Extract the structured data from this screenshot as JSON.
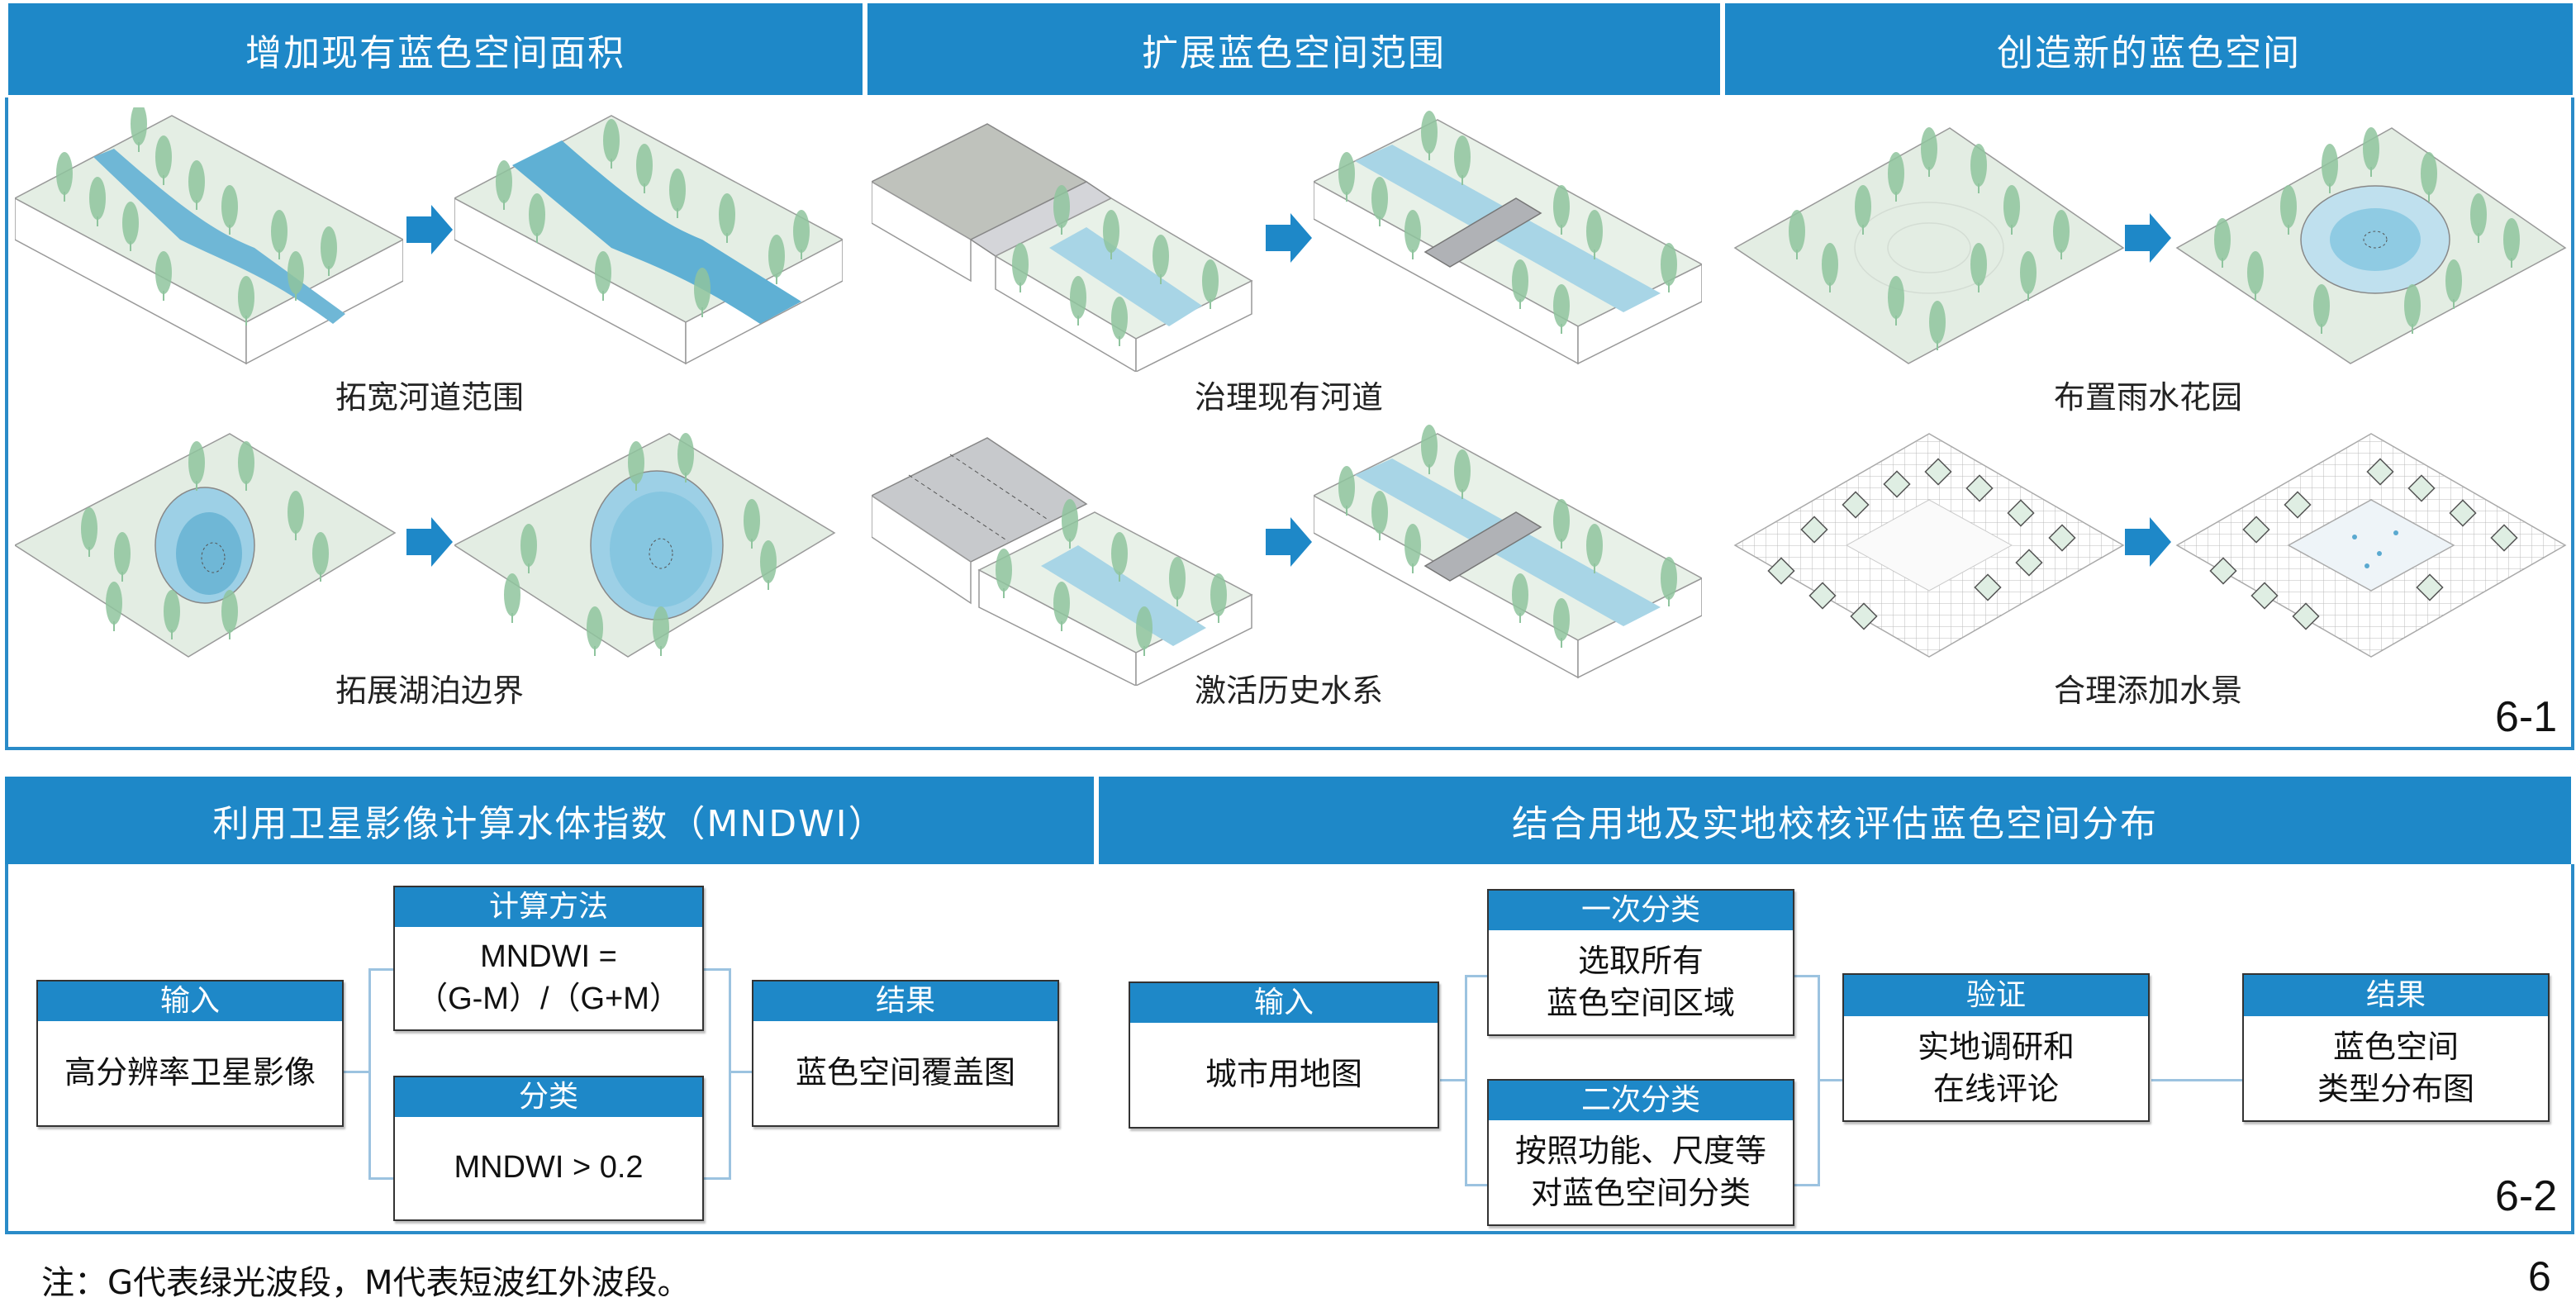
{
  "figure_top": {
    "headers": [
      "增加现有蓝色空间面积",
      "扩展蓝色空间范围",
      "创造新的蓝色空间"
    ],
    "examples": [
      {
        "caption": "拓宽河道范围",
        "type": "widen-river"
      },
      {
        "caption": "治理现有河道",
        "type": "treat-river"
      },
      {
        "caption": "布置雨水花园",
        "type": "rain-garden"
      },
      {
        "caption": "拓展湖泊边界",
        "type": "expand-lake"
      },
      {
        "caption": "激活历史水系",
        "type": "activate-historic-water"
      },
      {
        "caption": "合理添加水景",
        "type": "add-water-feature"
      }
    ],
    "figure_number": "6-1"
  },
  "figure_bottom": {
    "left": {
      "header": "利用卫星影像计算水体指数（MNDWI）",
      "input": {
        "title": "输入",
        "body": "高分辨率卫星影像"
      },
      "method": {
        "title": "计算方法",
        "body": "MNDWI =\n（G-M）/（G+M）"
      },
      "classify": {
        "title": "分类",
        "body": "MNDWI > 0.2"
      },
      "result": {
        "title": "结果",
        "body": "蓝色空间覆盖图"
      }
    },
    "right": {
      "header": "结合用地及实地校核评估蓝色空间分布",
      "input": {
        "title": "输入",
        "body": "城市用地图"
      },
      "primary": {
        "title": "一次分类",
        "body": "选取所有\n蓝色空间区域"
      },
      "secondary": {
        "title": "二次分类",
        "body": "按照功能、尺度等\n对蓝色空间分类"
      },
      "verify": {
        "title": "验证",
        "body": "实地调研和\n在线评论"
      },
      "result": {
        "title": "结果",
        "body": "蓝色空间\n类型分布图"
      }
    },
    "figure_number": "6-2"
  },
  "footnote": "注：G代表绿光波段，M代表短波红外波段。",
  "page_number": "6",
  "colors": {
    "accent": "#1e88c8",
    "water": "#7ec4dd",
    "ground": "#e4eee4",
    "tree": "#8fc49e",
    "road": "#c7c9cc"
  }
}
